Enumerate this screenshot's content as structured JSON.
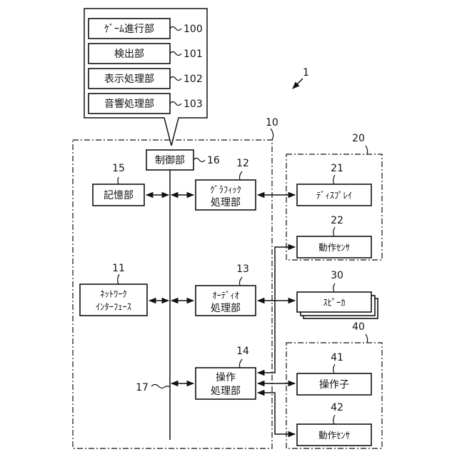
{
  "system_ref": "1",
  "software_modules": {
    "items": [
      {
        "label": "ｹﾞｰﾑ進行部",
        "ref": "100"
      },
      {
        "label": "検出部",
        "ref": "101"
      },
      {
        "label": "表示処理部",
        "ref": "102"
      },
      {
        "label": "音響処理部",
        "ref": "103"
      }
    ]
  },
  "main_unit": {
    "ref": "10",
    "bus_ref": "17",
    "control": {
      "label": "制御部",
      "ref": "16"
    },
    "storage": {
      "label": "記憶部",
      "ref": "15"
    },
    "graphics": {
      "label_line1": "ｸﾞﾗﾌｨｯｸ",
      "label_line2": "処理部",
      "ref": "12"
    },
    "network": {
      "label_line1": "ﾈｯﾄﾜｰｸ",
      "label_line2": "ｲﾝﾀｰﾌｪｰｽ",
      "ref": "11"
    },
    "audio": {
      "label_line1": "ｵｰﾃﾞｨｵ",
      "label_line2": "処理部",
      "ref": "13"
    },
    "operation": {
      "label_line1": "操作",
      "label_line2": "処理部",
      "ref": "14"
    }
  },
  "display_unit": {
    "ref": "20",
    "display": {
      "label": "ﾃﾞｨｽﾌﾟﾚｲ",
      "ref": "21"
    },
    "motion_sensor": {
      "label": "動作ｾﾝｻ",
      "ref": "22"
    }
  },
  "speaker": {
    "label": "ｽﾋﾟｰｶ",
    "ref": "30"
  },
  "controller_unit": {
    "ref": "40",
    "operator": {
      "label": "操作子",
      "ref": "41"
    },
    "motion_sensor": {
      "label": "動作ｾﾝｻ",
      "ref": "42"
    }
  }
}
